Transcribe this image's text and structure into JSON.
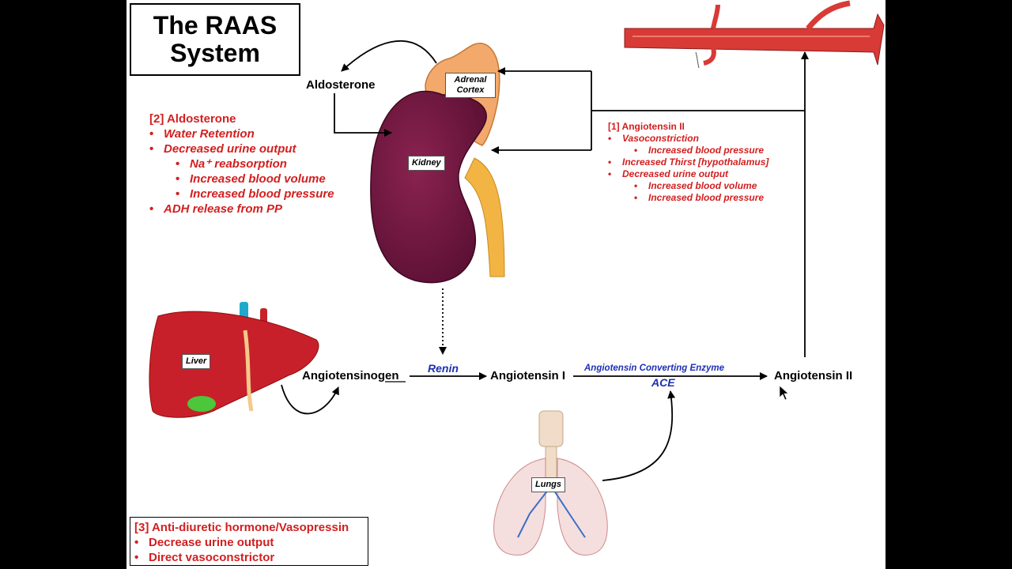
{
  "title": {
    "line1": "The RAAS",
    "line2": "System"
  },
  "organs": {
    "adrenal_line1": "Adrenal",
    "adrenal_line2": "Cortex",
    "kidney": "Kidney",
    "liver": "Liver",
    "lungs": "Lungs"
  },
  "nodes": {
    "aldosterone": "Aldosterone",
    "angiotensinogen_prefix": "Angiotensin",
    "angiotensinogen_suffix": "ogen",
    "angiotensin_1": "Angiotensin I",
    "angiotensin_2": "Angiotensin II"
  },
  "enzymes": {
    "renin": "Renin",
    "ace_full": "Angiotensin Converting Enzyme",
    "ace": "ACE"
  },
  "aldosterone_effects": {
    "heading": "[2] Aldosterone",
    "items": [
      "Water Retention",
      "Decreased urine output"
    ],
    "subitems": [
      "Na⁺ reabsorption",
      "Increased blood volume",
      "Increased blood pressure"
    ],
    "last": "ADH release from PP"
  },
  "angiotensin2_effects": {
    "heading": "[1] Angiotensin II",
    "items": [
      "Vasoconstriction",
      "Increased Thirst [hypothalamus]",
      "Decreased urine output"
    ],
    "sub1": "Increased blood pressure",
    "sub3a": "Increased blood volume",
    "sub3b": "Increased blood pressure"
  },
  "adh_effects": {
    "heading": "[3] Anti-diuretic hormone/Vasopressin",
    "items": [
      "Decrease urine output",
      "Direct vasoconstrictor"
    ]
  },
  "colors": {
    "effect_text": "#d21f1f",
    "enzyme_text": "#1f2fb5",
    "kidney": "#6e1540",
    "liver": "#c8202a",
    "vessel": "#d83a36"
  }
}
